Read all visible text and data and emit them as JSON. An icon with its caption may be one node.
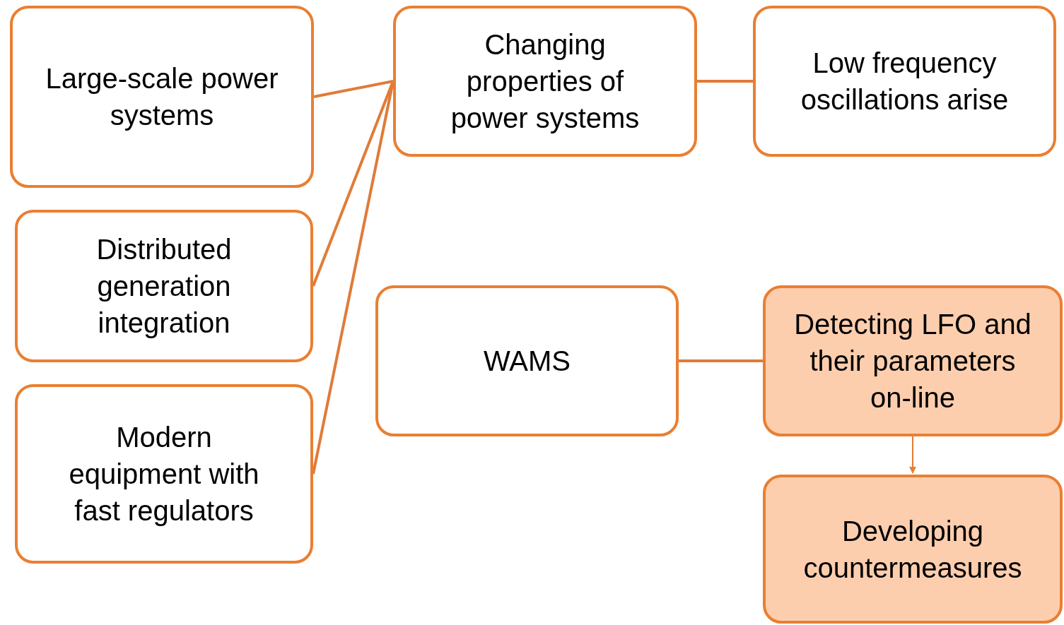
{
  "diagram": {
    "nodes": [
      {
        "text": [
          "Large-scale power systems"
        ]
      },
      {
        "text": [
          "Distributed generation integration"
        ]
      },
      {
        "text": [
          "Modern equipment with fast regulators"
        ]
      },
      {
        "text": [
          "Changing properties of power systems"
        ]
      },
      {
        "text": [
          "Low frequency oscillations arise"
        ]
      },
      {
        "text": [
          "WAMS"
        ]
      },
      {
        "text": [
          "Detecting LFO and their parameters on-line"
        ]
      },
      {
        "text": [
          "Developing countermeasures"
        ]
      }
    ],
    "edges": [
      {
        "from": 0,
        "to": 3,
        "arrow": "none"
      },
      {
        "from": 1,
        "to": 3,
        "arrow": "none"
      },
      {
        "from": 2,
        "to": 3,
        "arrow": "none"
      },
      {
        "from": 3,
        "to": 4,
        "arrow": "none"
      },
      {
        "from": 5,
        "to": 6,
        "arrow": "none"
      },
      {
        "from": 6,
        "to": 7,
        "arrow": "to"
      }
    ]
  }
}
